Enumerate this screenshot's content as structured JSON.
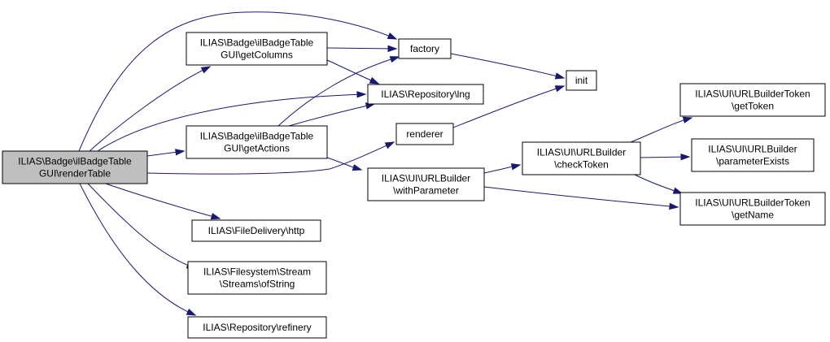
{
  "diagram": {
    "type": "call-graph",
    "colors": {
      "edge": "#191970",
      "root_fill": "#bfbfbf",
      "node_fill": "#ffffff",
      "border": "#000000"
    },
    "nodes": [
      {
        "id": "rendertable",
        "lines": [
          "ILIAS\\Badge\\ilBadgeTable",
          "GUI\\renderTable"
        ],
        "root": true
      },
      {
        "id": "getcolumns",
        "lines": [
          "ILIAS\\Badge\\ilBadgeTable",
          "GUI\\getColumns"
        ]
      },
      {
        "id": "getactions",
        "lines": [
          "ILIAS\\Badge\\ilBadgeTable",
          "GUI\\getActions"
        ]
      },
      {
        "id": "factory",
        "lines": [
          "factory"
        ]
      },
      {
        "id": "lng",
        "lines": [
          "ILIAS\\Repository\\lng"
        ]
      },
      {
        "id": "renderer",
        "lines": [
          "renderer"
        ]
      },
      {
        "id": "init",
        "lines": [
          "init"
        ]
      },
      {
        "id": "withparameter",
        "lines": [
          "ILIAS\\UI\\URLBuilder",
          "\\withParameter"
        ]
      },
      {
        "id": "checktoken",
        "lines": [
          "ILIAS\\UI\\URLBuilder",
          "\\checkToken"
        ]
      },
      {
        "id": "gettoken",
        "lines": [
          "ILIAS\\UI\\URLBuilderToken",
          "\\getToken"
        ]
      },
      {
        "id": "parameterexists",
        "lines": [
          "ILIAS\\UI\\URLBuilder",
          "\\parameterExists"
        ]
      },
      {
        "id": "getname",
        "lines": [
          "ILIAS\\UI\\URLBuilderToken",
          "\\getName"
        ]
      },
      {
        "id": "http",
        "lines": [
          "ILIAS\\FileDelivery\\http"
        ]
      },
      {
        "id": "ofstring",
        "lines": [
          "ILIAS\\Filesystem\\Stream",
          "\\Streams\\ofString"
        ]
      },
      {
        "id": "refinery",
        "lines": [
          "ILIAS\\Repository\\refinery"
        ]
      }
    ],
    "edges": [
      {
        "from": "rendertable",
        "to": "factory"
      },
      {
        "from": "rendertable",
        "to": "getcolumns"
      },
      {
        "from": "rendertable",
        "to": "lng"
      },
      {
        "from": "rendertable",
        "to": "getactions"
      },
      {
        "from": "rendertable",
        "to": "renderer"
      },
      {
        "from": "rendertable",
        "to": "http"
      },
      {
        "from": "rendertable",
        "to": "ofstring"
      },
      {
        "from": "rendertable",
        "to": "refinery"
      },
      {
        "from": "getcolumns",
        "to": "factory"
      },
      {
        "from": "getcolumns",
        "to": "lng"
      },
      {
        "from": "getactions",
        "to": "factory"
      },
      {
        "from": "getactions",
        "to": "lng"
      },
      {
        "from": "getactions",
        "to": "withparameter"
      },
      {
        "from": "factory",
        "to": "init"
      },
      {
        "from": "renderer",
        "to": "init"
      },
      {
        "from": "withparameter",
        "to": "checktoken"
      },
      {
        "from": "withparameter",
        "to": "getname"
      },
      {
        "from": "checktoken",
        "to": "gettoken"
      },
      {
        "from": "checktoken",
        "to": "parameterexists"
      },
      {
        "from": "checktoken",
        "to": "getname"
      }
    ]
  }
}
